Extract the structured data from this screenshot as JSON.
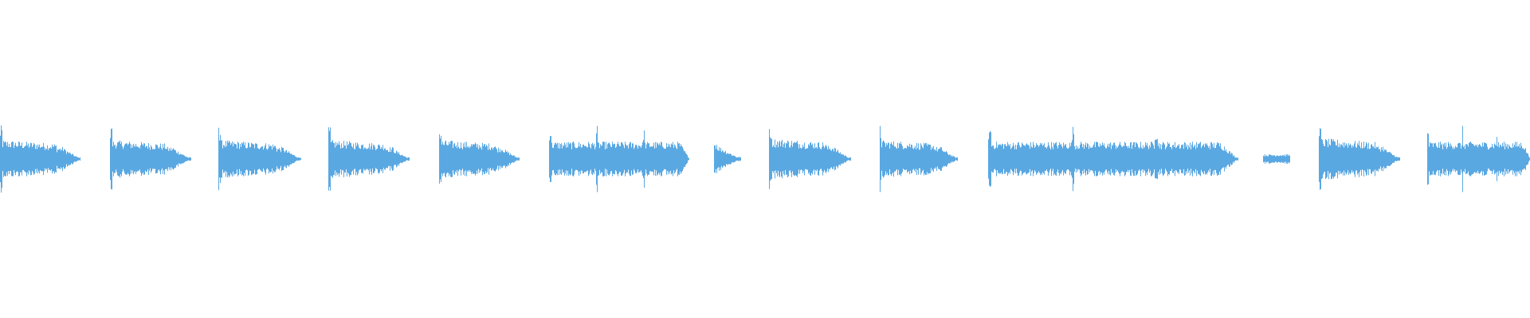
{
  "waveform": {
    "color": "#5aa8e2",
    "background": "#ffffff",
    "clips": [
      {
        "start": 0.0,
        "end": 0.0525,
        "peak": 0.22,
        "profile": "decay"
      },
      {
        "start": 0.072,
        "end": 0.1245,
        "peak": 0.22,
        "profile": "decay"
      },
      {
        "start": 0.143,
        "end": 0.1965,
        "peak": 0.22,
        "profile": "decay"
      },
      {
        "start": 0.215,
        "end": 0.2675,
        "peak": 0.22,
        "profile": "decay"
      },
      {
        "start": 0.287,
        "end": 0.3395,
        "peak": 0.22,
        "profile": "decay"
      },
      {
        "start": 0.359,
        "end": 0.4505,
        "peak": 0.22,
        "profile": "sustain"
      },
      {
        "start": 0.467,
        "end": 0.484,
        "peak": 0.14,
        "profile": "short"
      },
      {
        "start": 0.503,
        "end": 0.556,
        "peak": 0.24,
        "profile": "decay"
      },
      {
        "start": 0.575,
        "end": 0.626,
        "peak": 0.22,
        "profile": "decay"
      },
      {
        "start": 0.646,
        "end": 0.809,
        "peak": 0.22,
        "profile": "sustain"
      },
      {
        "start": 0.826,
        "end": 0.843,
        "peak": 0.05,
        "profile": "tiny"
      },
      {
        "start": 0.862,
        "end": 0.915,
        "peak": 0.24,
        "profile": "decay"
      },
      {
        "start": 0.933,
        "end": 1.0,
        "peak": 0.22,
        "profile": "sustain"
      }
    ]
  }
}
